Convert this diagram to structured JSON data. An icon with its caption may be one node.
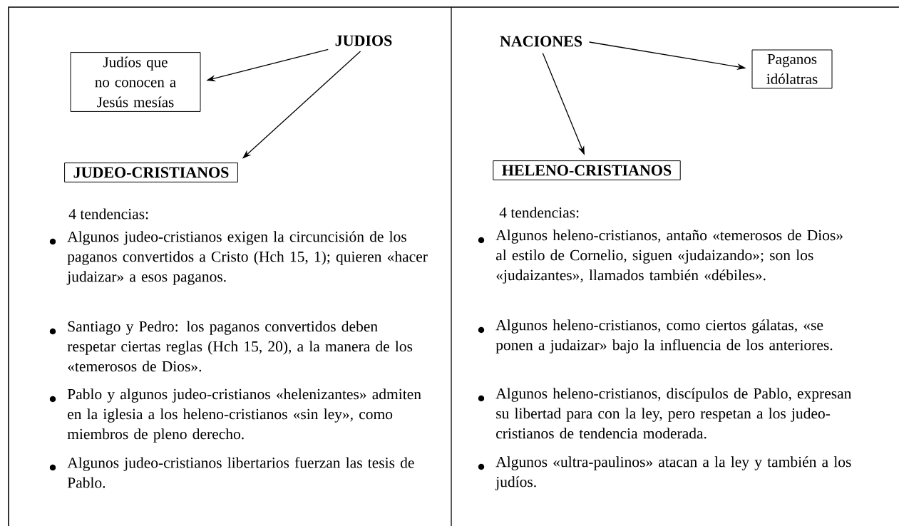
{
  "diagram": {
    "nodes": [
      {
        "text": [
          "JUDIOS"
        ]
      },
      {
        "text": [
          "Judíos que no conocen a Jesús mesías"
        ]
      },
      {
        "text": [
          "JUDEO-CRISTIANOS"
        ]
      },
      {
        "text": [
          "NACIONES"
        ]
      },
      {
        "text": [
          "Paganos idólatras"
        ]
      },
      {
        "text": [
          "HELENO-CRISTIANOS"
        ]
      }
    ],
    "edges": [
      {
        "from": 0,
        "to": 1,
        "arrow": "to"
      },
      {
        "from": 0,
        "to": 2,
        "arrow": "to"
      },
      {
        "from": 3,
        "to": 4,
        "arrow": "to"
      },
      {
        "from": 3,
        "to": 5,
        "arrow": "to"
      }
    ],
    "labels": [
      "4 tendencias:",
      "Algunos judeo-cristianos exigen la circuncisión de los paganos convertidos a Cristo (Hch 15, 1); quieren «hacer judaizar» a esos paganos.",
      "Santiago y Pedro: los paganos convertidos deben respetar ciertas reglas (Hch 15, 20), a la manera de los «temerosos de Dios».",
      "Pablo y algunos judeo-cristianos «helenizantes» admiten en la iglesia a los heleno-cristianos «sin ley», como miembros de pleno derecho.",
      "Algunos judeo-cristianos libertarios fuerzan las tesis de Pablo.",
      "4 tendencias:",
      "Algunos heleno-cristianos, antaño «temerosos de Dios» al estilo de Cornelio, siguen «judaizando»; son los «judaizantes», llamados también «débiles».",
      "Algunos heleno-cristianos, como ciertos gálatas, «se ponen a judaizar» bajo la influencia de los anteriores.",
      "Algunos heleno-cristianos, discípulos de Pablo, expresan su libertad para con la ley, pero respetan a los judeo-cristianos de tendencia moderada.",
      "Algunos «ultra-paulinos» atacan a la ley y también a los judíos."
    ]
  }
}
